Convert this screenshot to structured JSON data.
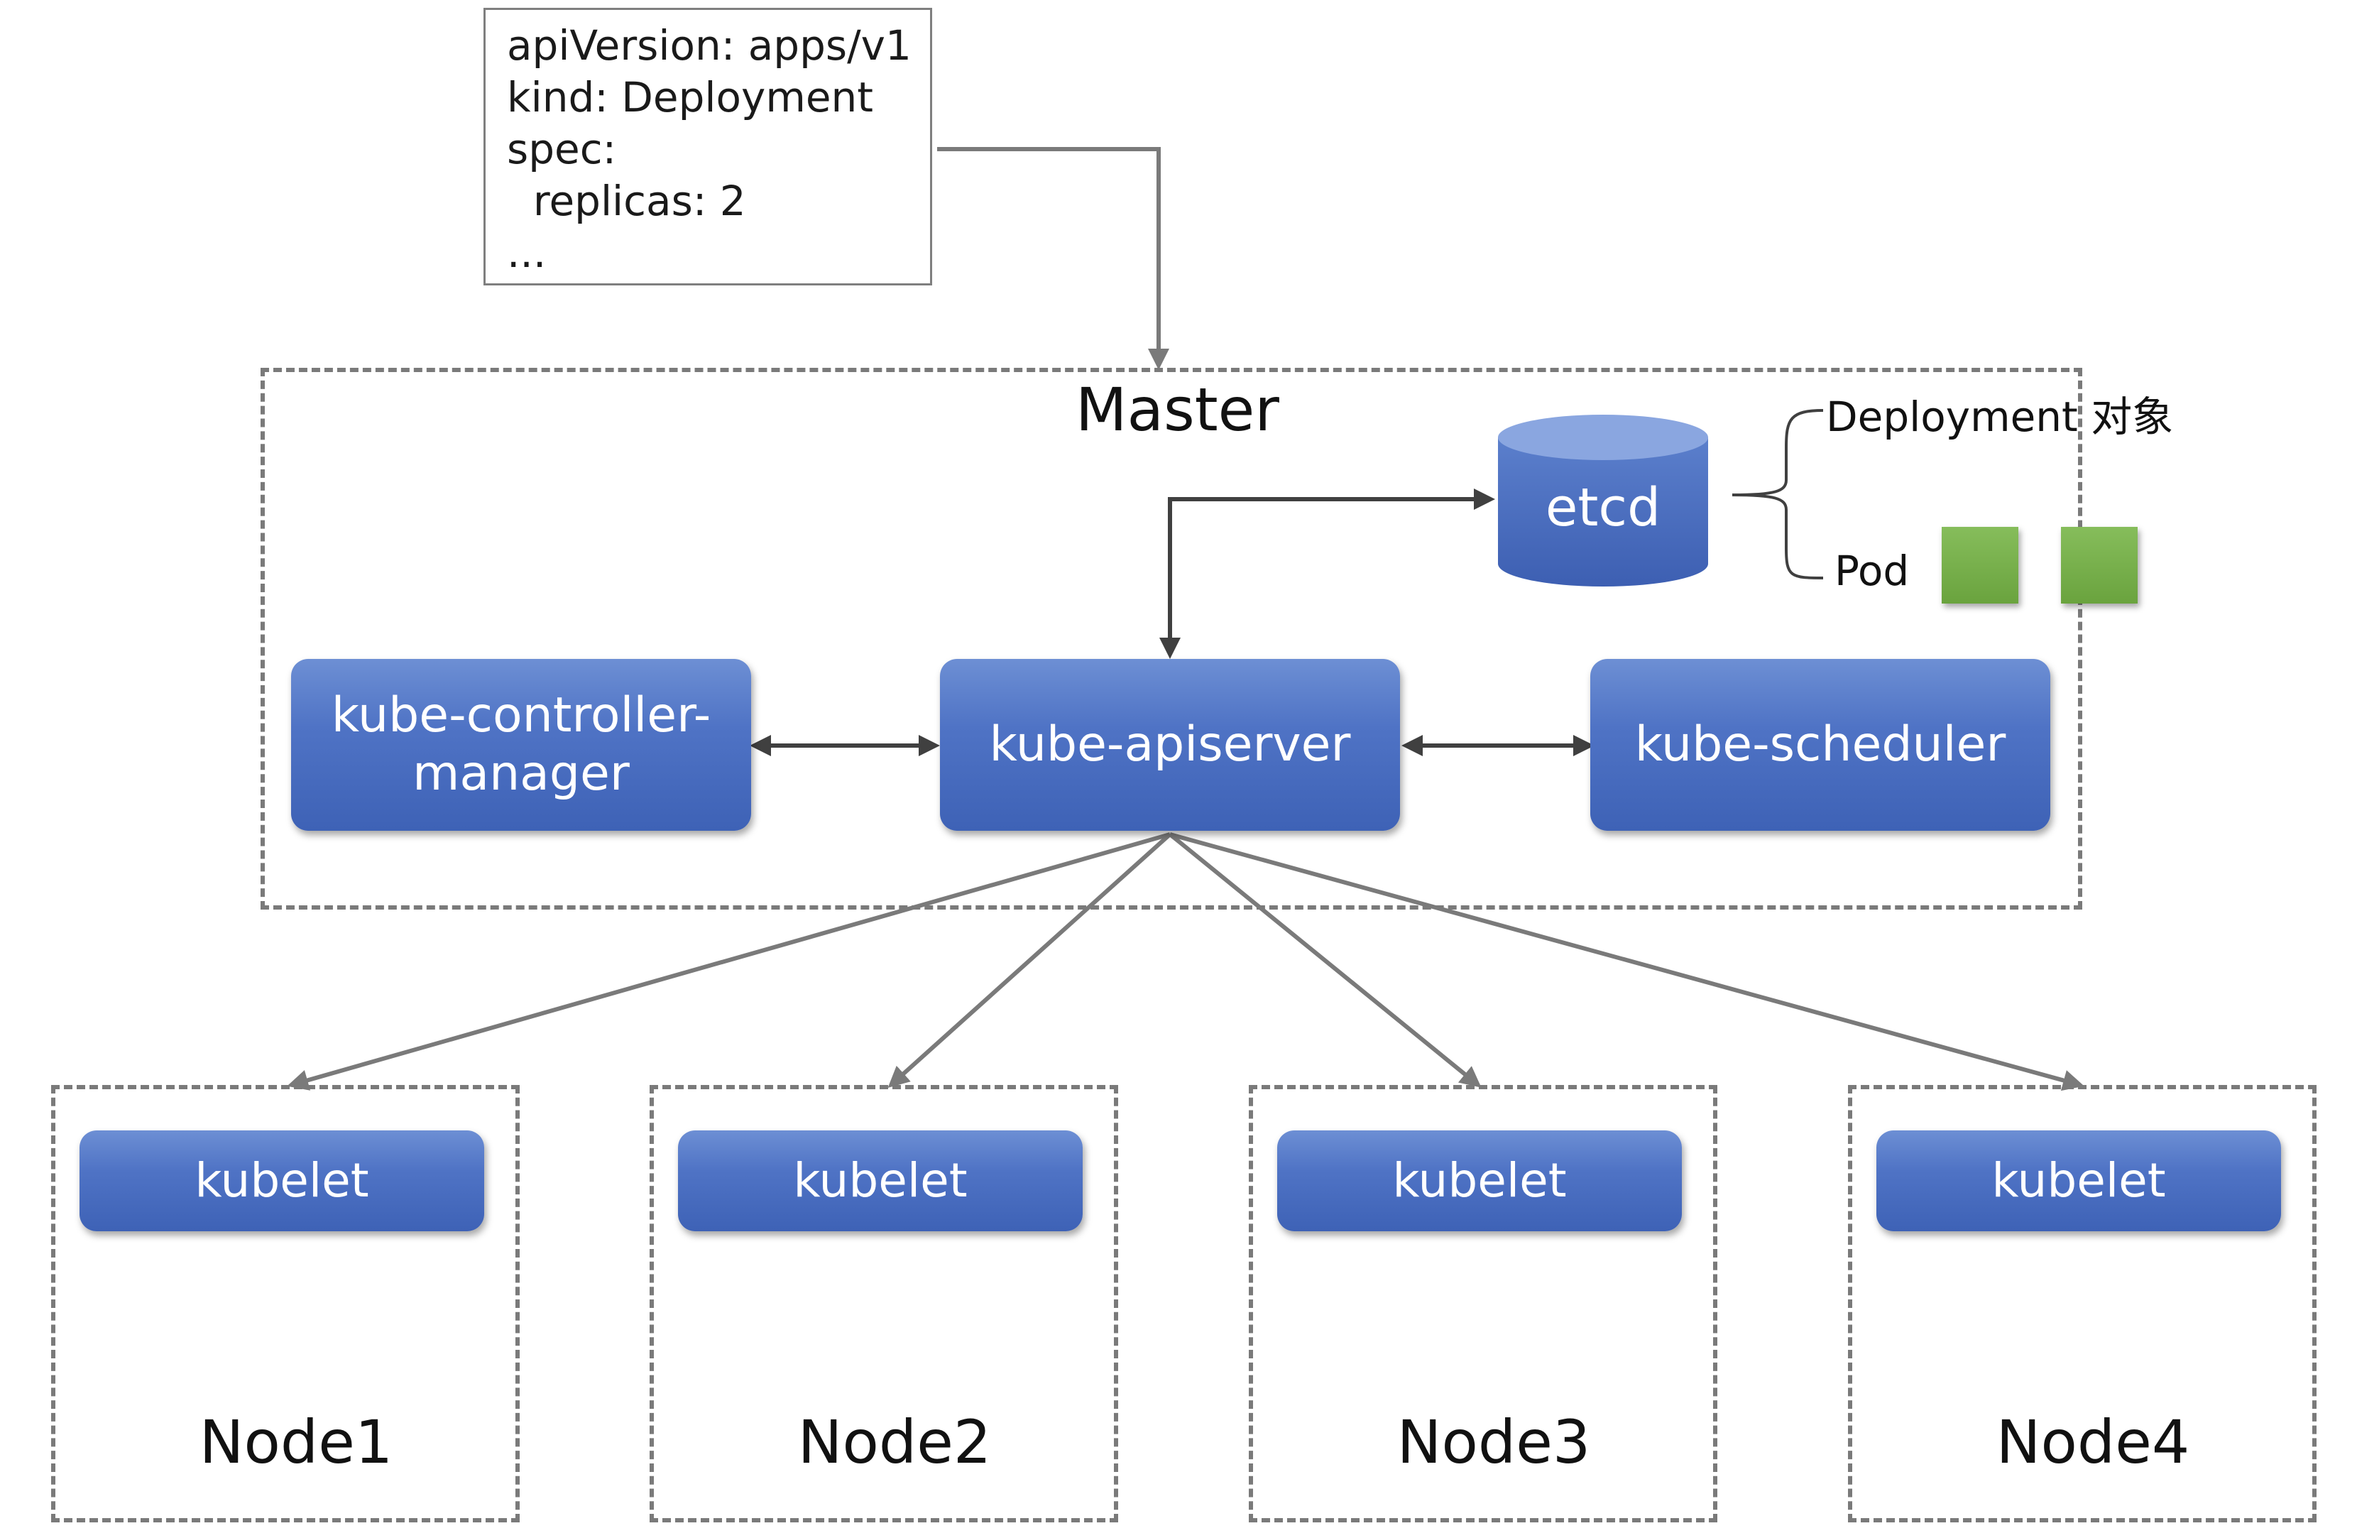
{
  "manifest": {
    "lines": [
      "apiVersion: apps/v1",
      "kind: Deployment",
      "spec:",
      "  replicas: 2",
      "..."
    ]
  },
  "master": {
    "title": "Master",
    "components": {
      "controller_manager": "kube-controller-\nmanager",
      "apiserver": "kube-apiserver",
      "scheduler": "kube-scheduler",
      "etcd": "etcd"
    },
    "etcd_contents": {
      "deployment_label": "Deployment 对象",
      "pod_label": "Pod",
      "pod_count": 2
    }
  },
  "nodes": [
    {
      "name": "Node1",
      "agent": "kubelet"
    },
    {
      "name": "Node2",
      "agent": "kubelet"
    },
    {
      "name": "Node3",
      "agent": "kubelet"
    },
    {
      "name": "Node4",
      "agent": "kubelet"
    }
  ],
  "colors": {
    "component_blue": "#4f73c5",
    "pod_green": "#77b04a",
    "line_gray": "#7a7a7a"
  }
}
